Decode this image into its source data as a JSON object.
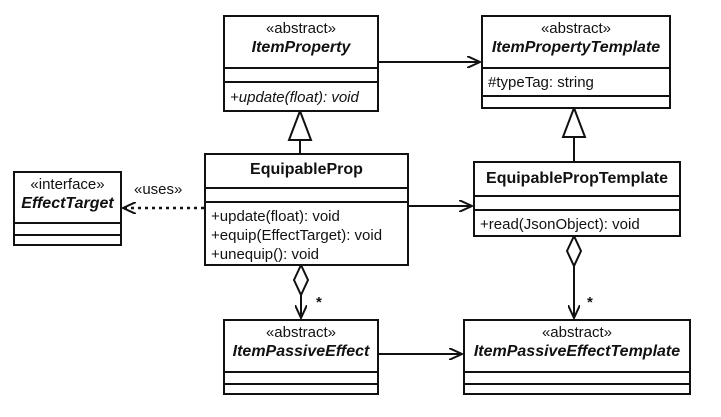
{
  "classes": {
    "item_property": {
      "stereotype": "«abstract»",
      "name": "ItemProperty",
      "operations": [
        "+update(float): void"
      ]
    },
    "item_property_template": {
      "stereotype": "«abstract»",
      "name": "ItemPropertyTemplate",
      "attributes": [
        "#typeTag: string"
      ]
    },
    "effect_target": {
      "stereotype": "«interface»",
      "name": "EffectTarget"
    },
    "equipable_prop": {
      "name": "EquipableProp",
      "operations": [
        "+update(float): void",
        "+equip(EffectTarget): void",
        "+unequip(): void"
      ]
    },
    "equipable_prop_template": {
      "name": "EquipablePropTemplate",
      "operations": [
        "+read(JsonObject): void"
      ]
    },
    "item_passive_effect": {
      "stereotype": "«abstract»",
      "name": "ItemPassiveEffect"
    },
    "item_passive_effect_template": {
      "stereotype": "«abstract»",
      "name": "ItemPassiveEffectTemplate"
    }
  },
  "relations": {
    "uses_label": "«uses»",
    "multiplicity_left": "*",
    "multiplicity_right": "*"
  },
  "colors": {
    "line": "#111111",
    "background": "#ffffff"
  }
}
